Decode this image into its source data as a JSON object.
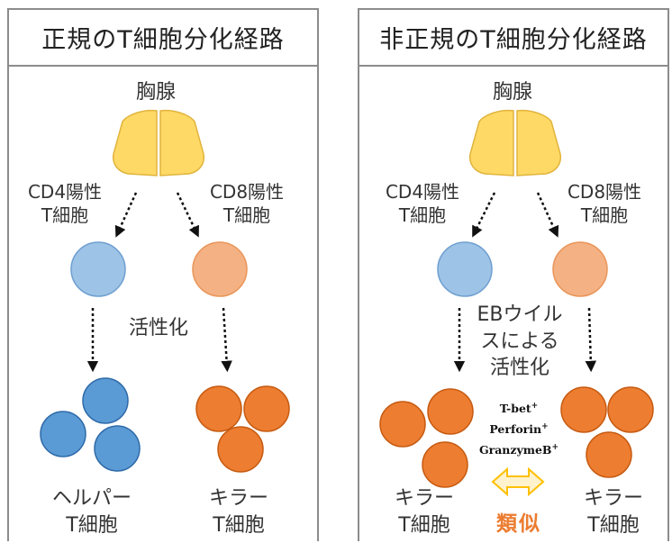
{
  "panels": [
    {
      "title": "正規のT細胞分化経路",
      "thymus": "胸腺",
      "cd4_label": [
        "CD4陽性",
        "T細胞"
      ],
      "cd8_label": [
        "CD8陽性",
        "T細胞"
      ],
      "activation": [
        "活性化"
      ],
      "left_result": [
        "ヘルパー",
        "T細胞"
      ],
      "right_result": [
        "キラー",
        "T細胞"
      ]
    },
    {
      "title": "非正規のT細胞分化経路",
      "thymus": "胸腺",
      "cd4_label": [
        "CD4陽性",
        "T細胞"
      ],
      "cd8_label": [
        "CD8陽性",
        "T細胞"
      ],
      "activation": [
        "EBウイル",
        "スによる",
        "活性化"
      ],
      "left_result": [
        "キラー",
        "T細胞"
      ],
      "right_result": [
        "キラー",
        "T細胞"
      ],
      "markers": [
        {
          "name": "T-bet",
          "sign": "+"
        },
        {
          "name": "Perforin",
          "sign": "+"
        },
        {
          "name": "GranzymeB",
          "sign": "+"
        }
      ],
      "similar": "類似"
    }
  ],
  "colors": {
    "panel_border": "#8c8c8c",
    "thymus_fill": "#ffd966",
    "thymus_stroke": "#e0b43c",
    "cd4_fill": "#9dc3e6",
    "cd4_stroke": "#6f9fd0",
    "cd8_fill": "#f4b183",
    "cd8_stroke": "#e8955a",
    "helper_fill": "#5b9bd5",
    "helper_stroke": "#2e6aa8",
    "killer_fill": "#ed7d31",
    "killer_stroke": "#c65a10",
    "similar_text": "#ec7c30",
    "double_arrow_fill": "#fff2cc",
    "double_arrow_stroke": "#ffc000"
  }
}
